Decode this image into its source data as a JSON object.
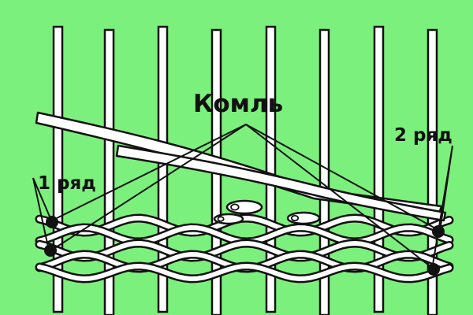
{
  "diagram": {
    "background_color": "#7cf07c",
    "stroke_color": "#111111",
    "rod_fill_color": "#ffffff",
    "labels": {
      "butt": "Комль",
      "row1": "1 ряд",
      "row2": "2 ряд"
    }
  }
}
